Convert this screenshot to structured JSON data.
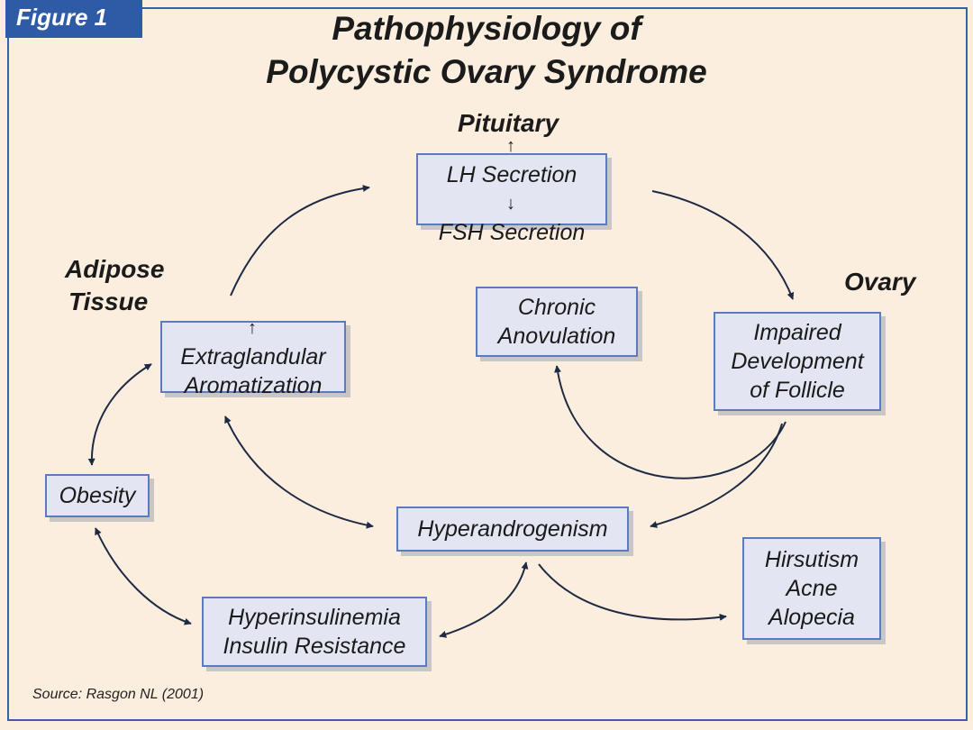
{
  "figure_label": "Figure 1",
  "title": [
    "Pathophysiology of",
    "Polycystic Ovary Syndrome"
  ],
  "sections": {
    "pituitary": "Pituitary",
    "ovary": "Ovary",
    "adipose": [
      "Adipose",
      "Tissue"
    ]
  },
  "boxes": {
    "pituitary": {
      "lines": [
        "LH Secretion",
        "FSH Secretion"
      ],
      "arrows": [
        "↑",
        "↓"
      ]
    },
    "ovary": {
      "lines": [
        "Impaired",
        "Development",
        "of Follicle"
      ]
    },
    "anovulation": {
      "lines": [
        "Chronic",
        "Anovulation"
      ]
    },
    "aromatization": {
      "lines": [
        "Extraglandular",
        "Aromatization"
      ],
      "arrow": "↑"
    },
    "obesity": {
      "lines": [
        "Obesity"
      ]
    },
    "hyperandrogenism": {
      "lines": [
        "Hyperandrogenism"
      ]
    },
    "hyperinsulinemia": {
      "lines": [
        "Hyperinsulinemia",
        "Insulin Resistance"
      ]
    },
    "symptoms": {
      "lines": [
        "Hirsutism",
        "Acne",
        "Alopecia"
      ]
    }
  },
  "source": "Source: Rasgon NL (2001)",
  "colors": {
    "background": "#fbeede",
    "box_fill": "#e3e6f2",
    "box_border": "#5a7bbf",
    "tag": "#2f5aa6",
    "arrow": "#1e2a44"
  }
}
